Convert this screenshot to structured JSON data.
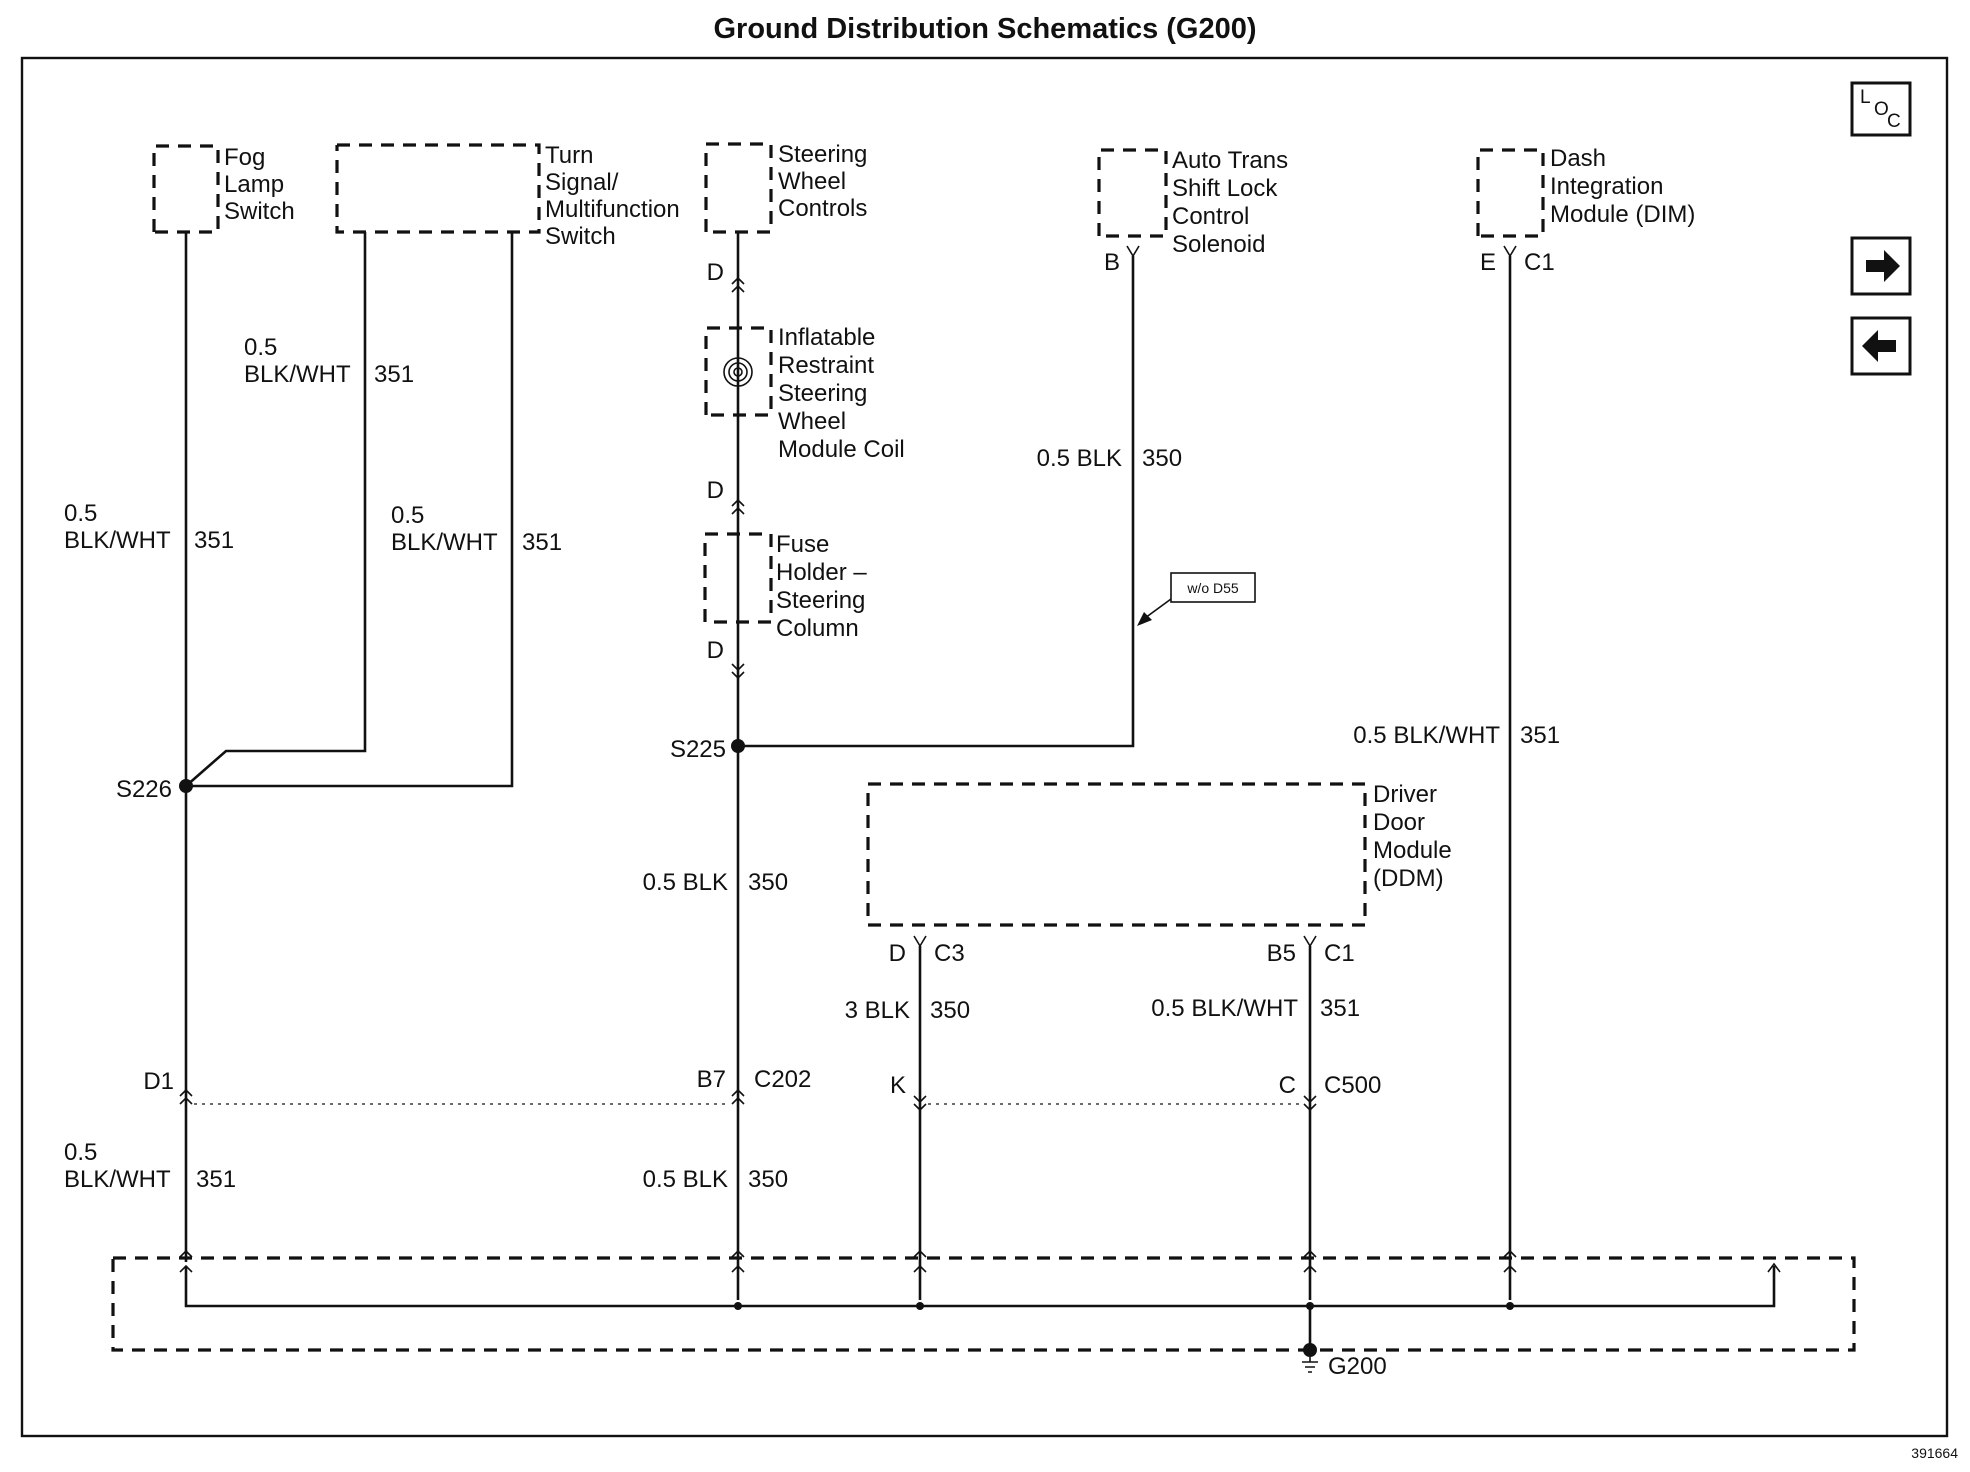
{
  "title": "Ground Distribution Schematics (G200)",
  "figure_id": "391664",
  "nav": {
    "loc_l": "L",
    "loc_o": "O",
    "loc_c": "C",
    "next_icon": "right-arrow-icon",
    "prev_icon": "left-arrow-icon"
  },
  "components": {
    "fog_lamp": [
      "Fog",
      "Lamp",
      "Switch"
    ],
    "turn_signal": [
      "Turn",
      "Signal/",
      "Multifunction",
      "Switch"
    ],
    "steering_controls": [
      "Steering",
      "Wheel",
      "Controls"
    ],
    "inflatable": [
      "Inflatable",
      "Restraint",
      "Steering",
      "Wheel",
      "Module Coil"
    ],
    "fuse_holder": [
      "Fuse",
      "Holder –",
      "Steering",
      "Column"
    ],
    "auto_trans": [
      "Auto Trans",
      "Shift Lock",
      "Control",
      "Solenoid"
    ],
    "dim": [
      "Dash",
      "Integration",
      "Module (DIM)"
    ],
    "ddm": [
      "Driver",
      "Door",
      "Module",
      "(DDM)"
    ]
  },
  "wires": {
    "fog_gauge": "0.5",
    "fog_color": "BLK/WHT",
    "fog_circuit": "351",
    "turn_left_gauge": "0.5",
    "turn_left_color": "BLK/WHT",
    "turn_left_circuit": "351",
    "turn_right_gauge": "0.5",
    "turn_right_color": "BLK/WHT",
    "turn_right_circuit": "351",
    "auto_trans_wire": "0.5 BLK",
    "auto_trans_circuit": "350",
    "s225_down_wire": "0.5 BLK",
    "s225_down_circuit": "350",
    "dim_wire": "0.5 BLK/WHT",
    "dim_circuit": "351",
    "ddm_left_wire": "3 BLK",
    "ddm_left_circuit": "350",
    "ddm_right_wire": "0.5 BLK/WHT",
    "ddm_right_circuit": "351",
    "lower_left_gauge": "0.5",
    "lower_left_color": "BLK/WHT",
    "lower_left_circuit": "351",
    "lower_mid_wire": "0.5 BLK",
    "lower_mid_circuit": "350"
  },
  "connectors": {
    "steer_d1": "D",
    "steer_d2": "D",
    "steer_d3": "D",
    "auto_trans_pin": "B",
    "dim_pin": "E",
    "dim_conn": "C1",
    "ddm_left_pin": "D",
    "ddm_left_conn": "C3",
    "ddm_right_pin": "B5",
    "ddm_right_conn": "C1",
    "left_pin": "D1",
    "mid_pin": "B7",
    "mid_conn": "C202",
    "k_pin": "K",
    "c_pin": "C",
    "c500": "C500"
  },
  "splices": {
    "s226": "S226",
    "s225": "S225"
  },
  "ground": "G200",
  "option_note": "w/o D55"
}
